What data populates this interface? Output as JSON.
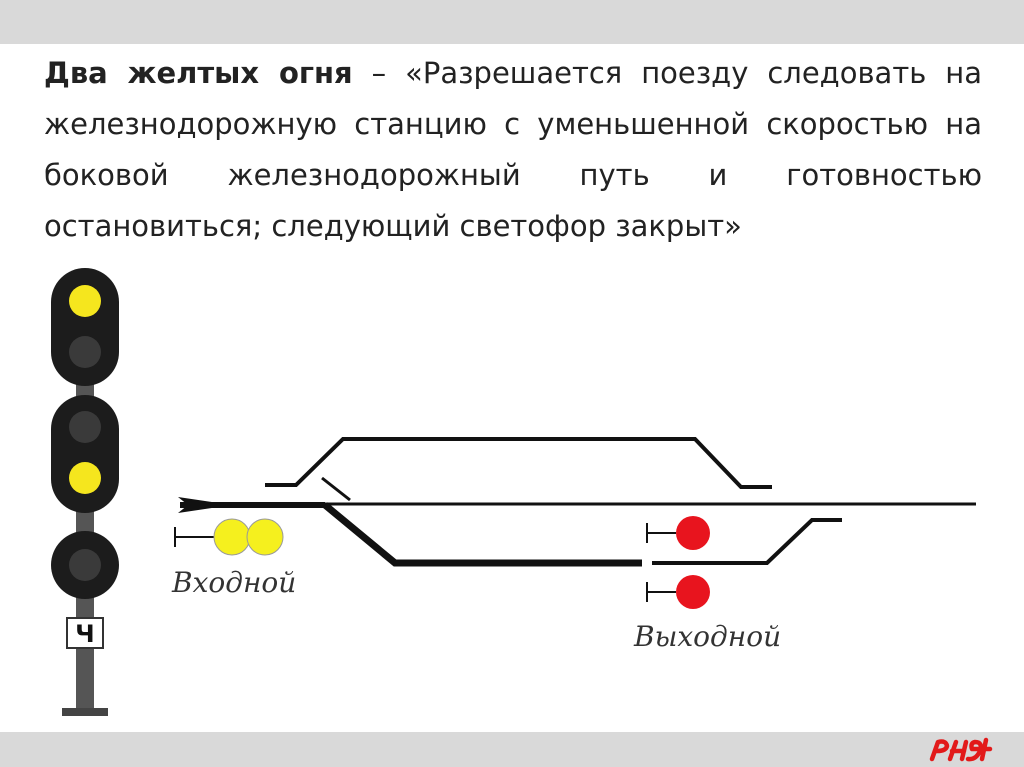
{
  "description": {
    "title": "Два желтых огня",
    "dash": " – ",
    "text": "«Разрешается поезду следовать на железнодорожную станцию с уменьшенной скоростью на боковой железнодорожный путь и готовностью остановиться; следующий светофор закрыт»"
  },
  "signal": {
    "plate": "Ч",
    "lamps": [
      {
        "state": "on",
        "color": "#f5e61e"
      },
      {
        "state": "off",
        "color": "#3a3a3a"
      },
      {
        "state": "off",
        "color": "#3a3a3a"
      },
      {
        "state": "on",
        "color": "#f5e61e"
      },
      {
        "state": "off",
        "color": "#3a3a3a"
      }
    ]
  },
  "scheme": {
    "entry_label": "Входной",
    "exit_label": "Выходной",
    "entry_lights": [
      "#f5f01e",
      "#f5f01e"
    ],
    "exit_lights": [
      "#e8141e",
      "#e8141e"
    ]
  },
  "colors": {
    "bar": "#d9d9d9",
    "brand": "#e21a1a",
    "body": "#1c1c1c"
  },
  "brand_logo": "rzd-logo"
}
